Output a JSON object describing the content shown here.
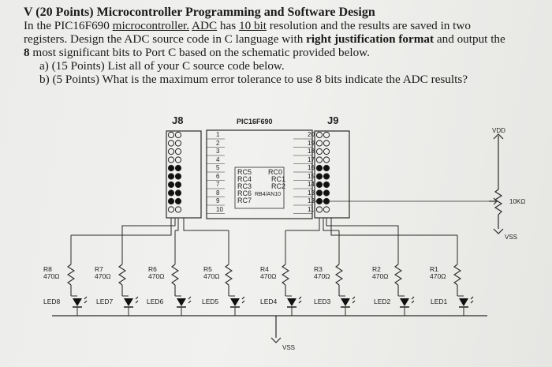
{
  "header_fragment": "",
  "question": {
    "title": "V (20 Points) Microcontroller Programming and Software Design",
    "line1_a": "In the PIC16F690 ",
    "line1_link1": "microcontroller.",
    "line1_b": " ",
    "line1_link2": "ADC",
    "line1_c": " has ",
    "line1_link3": "10 bit",
    "line1_d": " resolution and the results are saved in two",
    "line2_a": "registers. Design the ADC source code in C language with ",
    "line2_bold": "right justification format",
    "line2_b": " and output the",
    "line3_bold": "8",
    "line3_a": " most significant bits to Port C based on the schematic provided below.",
    "part_a": "a) (15 Points) List all of your C source code below.",
    "part_b": "b) (5 Points) What is the maximum error tolerance to use 8 bits indicate the ADC results?"
  },
  "schematic": {
    "j8_label": "J8",
    "j9_label": "J9",
    "chip_label": "PIC16F690",
    "left_pins": [
      "1",
      "2",
      "3",
      "4",
      "5",
      "6",
      "7",
      "8",
      "9",
      "10"
    ],
    "right_pins": [
      "20",
      "19",
      "18",
      "17",
      "16",
      "15",
      "14",
      "13",
      "12",
      "11"
    ],
    "inner_left": [
      "RC5",
      "RC4",
      "RC3",
      "RC6",
      "RC7"
    ],
    "inner_right": [
      "RC0",
      "RC1",
      "RC2"
    ],
    "rb4_label": "RB4/AN10",
    "vdd": "VDD",
    "vss_right": "VSS",
    "vss_bottom": "VSS",
    "pot_value": "10KΩ",
    "resistors": [
      {
        "name": "R8",
        "value": "470Ω"
      },
      {
        "name": "R7",
        "value": "470Ω"
      },
      {
        "name": "R6",
        "value": "470Ω"
      },
      {
        "name": "R5",
        "value": "470Ω"
      },
      {
        "name": "R4",
        "value": "470Ω"
      },
      {
        "name": "R3",
        "value": "470Ω"
      },
      {
        "name": "R2",
        "value": "470Ω"
      },
      {
        "name": "R1",
        "value": "470Ω"
      }
    ],
    "leds": [
      "LED8",
      "LED7",
      "LED6",
      "LED5",
      "LED4",
      "LED3",
      "LED2",
      "LED1"
    ]
  }
}
